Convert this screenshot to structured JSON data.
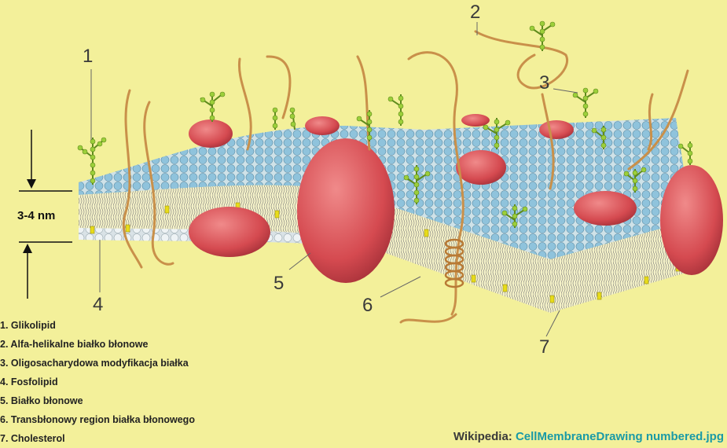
{
  "diagram": {
    "callout_numbers": [
      "1",
      "2",
      "3",
      "4",
      "5",
      "6",
      "7"
    ],
    "scale_label": "3-4 nm",
    "legend": [
      "1. Glikolipid",
      "2. Alfa-helikalne białko błonowe",
      "3. Oligosacharydowa modyfikacja białka",
      "4. Fosfolipid",
      "5. Białko błonowe",
      "6. Transbłonowy region białka błonowego",
      "7. Cholesterol"
    ],
    "credit_prefix": "Wikipedia: ",
    "credit_link": "CellMembraneDrawing numbered.jpg"
  },
  "colors": {
    "background": "#f3f09a",
    "head_blue": "#8fc3dc",
    "head_white": "#e8eef2",
    "protein_red": "#d9555a",
    "cholesterol_yellow": "#e8dc1a",
    "sugar_green": "#9ccf3a",
    "helix_tan": "#c9904a",
    "credit_link": "#1a9aa6"
  }
}
